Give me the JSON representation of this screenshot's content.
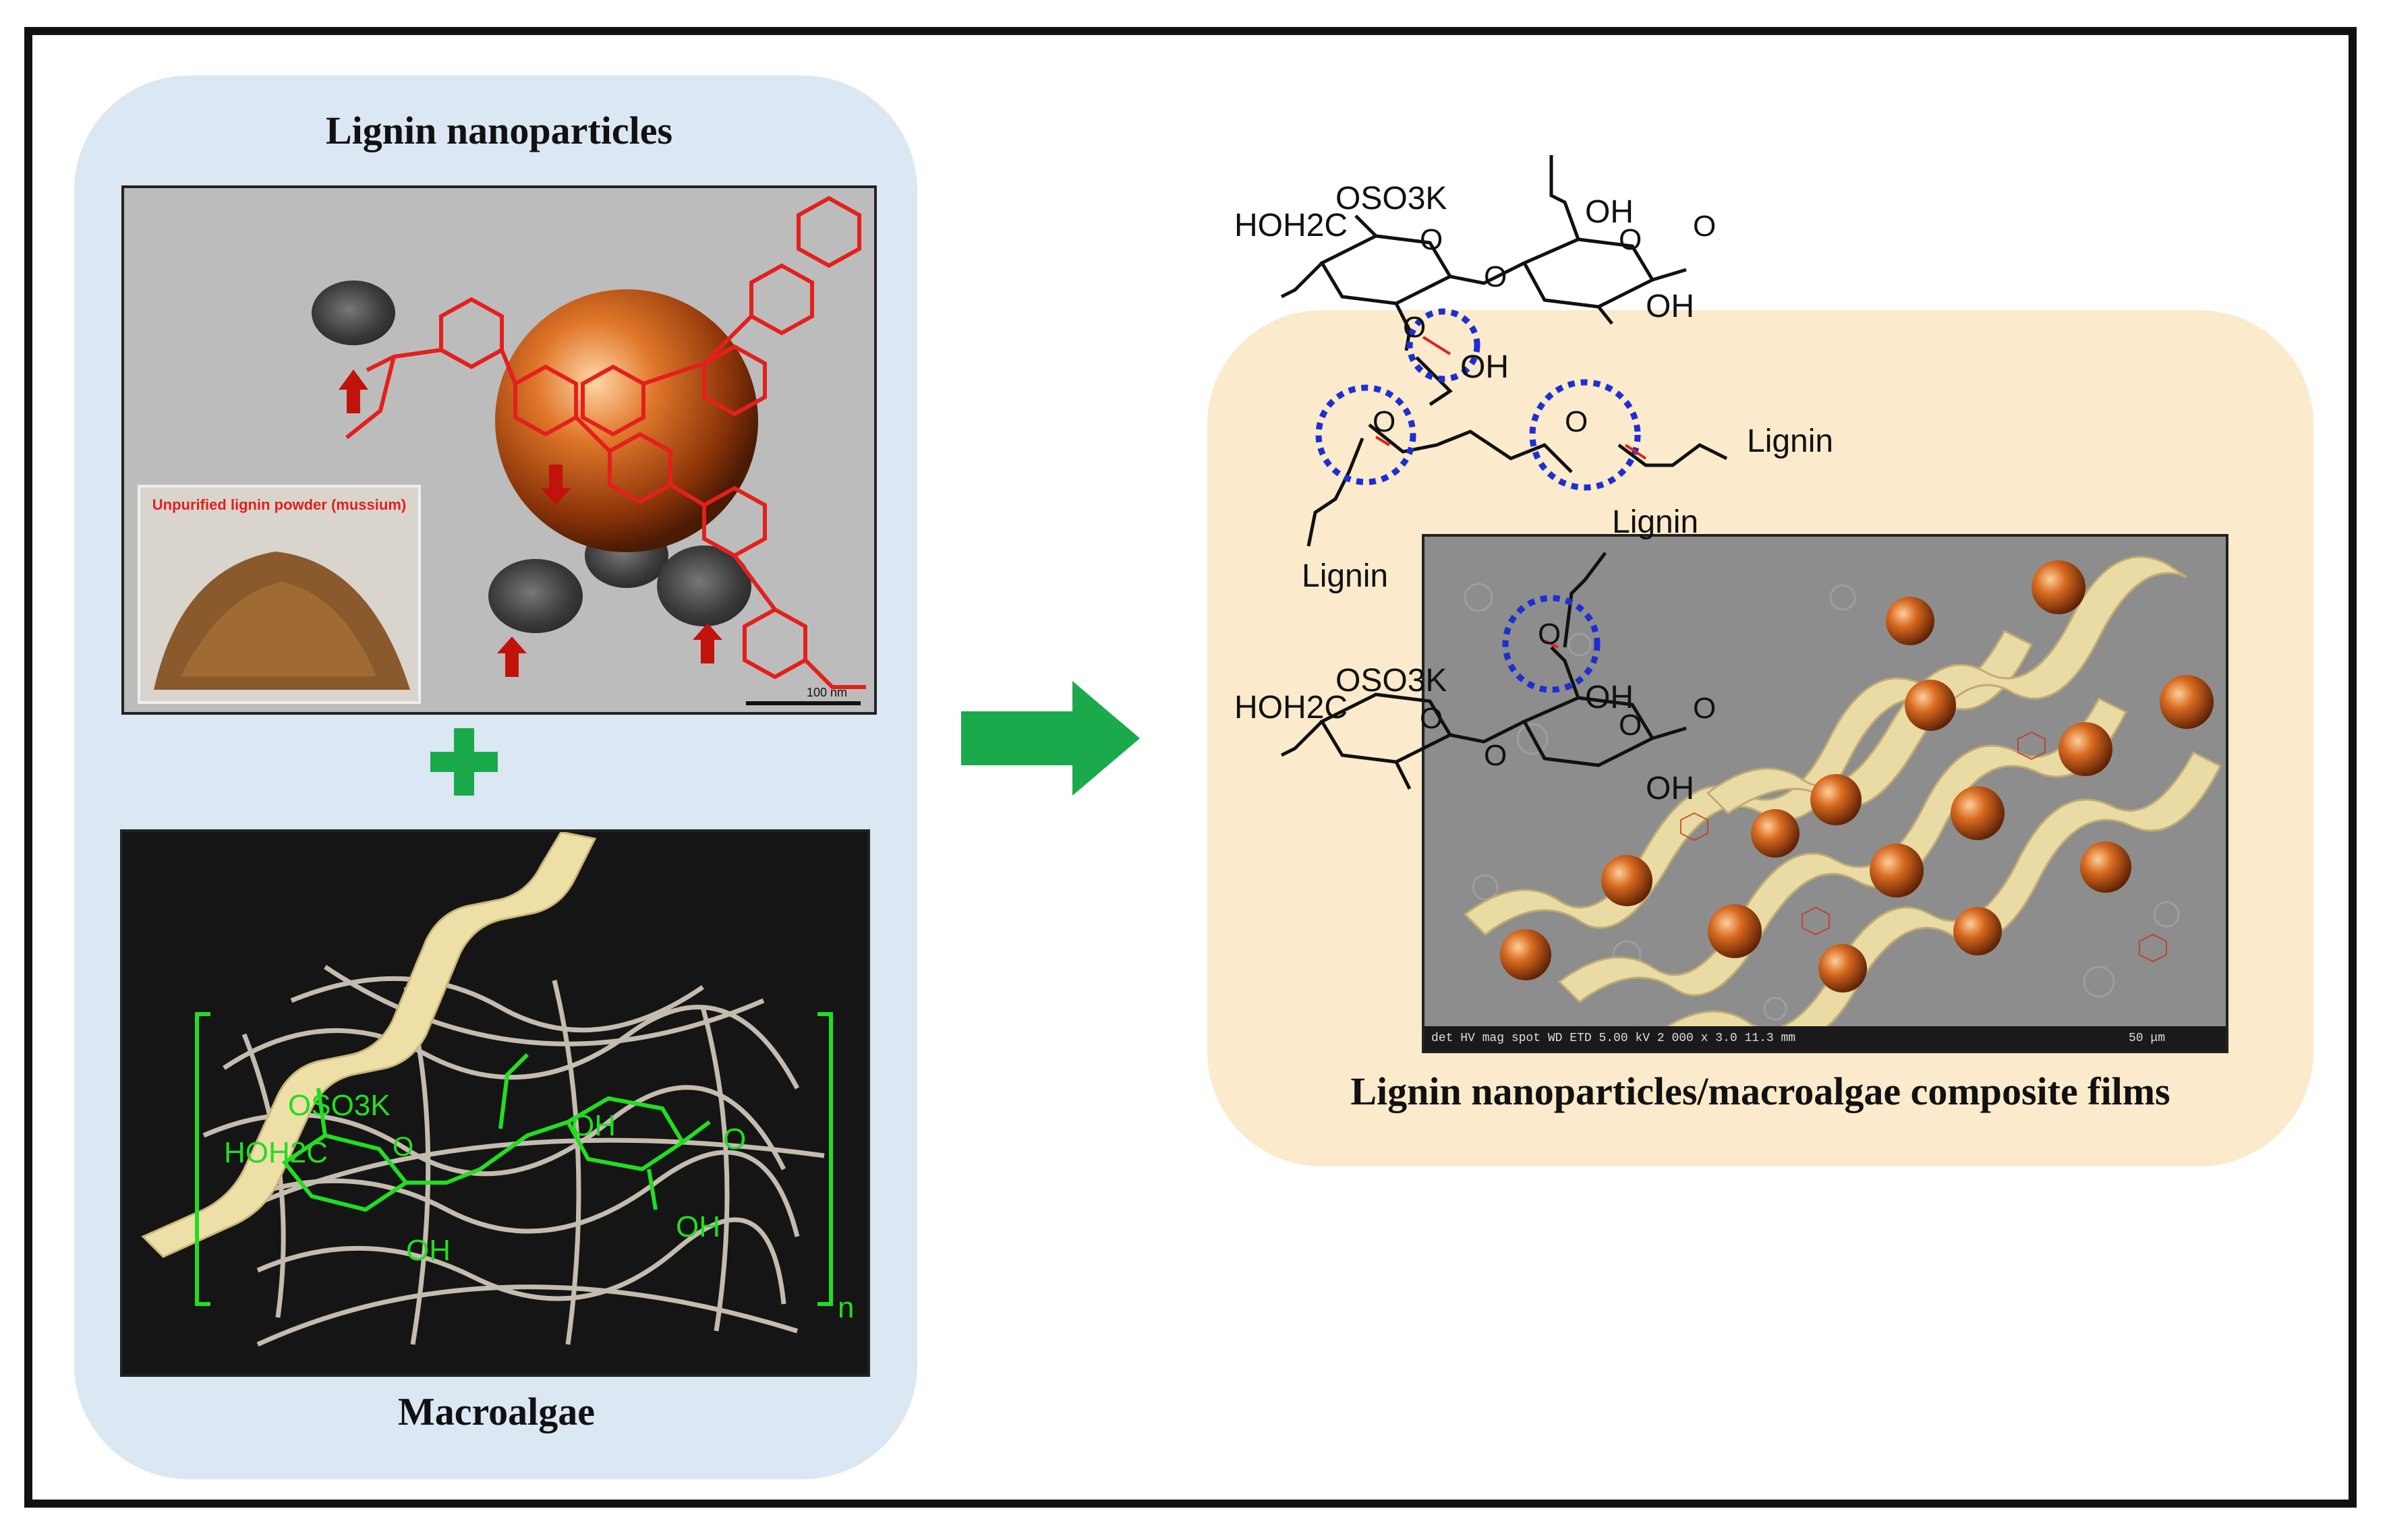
{
  "left_panel": {
    "top_title": "Lignin nanoparticles",
    "bottom_title": "Macroalgae",
    "powder_label": "Unpurified lignin powder (mussium)",
    "scale_label": "100 nm"
  },
  "right_panel": {
    "title": "Lignin nanoparticles/macroalgae composite films",
    "sem_info": "det  HV  mag  spot  WD    ETD 5.00 kV 2 000 x 3.0 11.3 mm",
    "sem_scale": "50 μm"
  },
  "molecule": {
    "oso3k": "OSO3K",
    "hoh2c": "HOH2C",
    "oh": "OH",
    "o": "O",
    "lignin": "Lignin",
    "repeat": "n"
  },
  "colors": {
    "arrow": "#1aa94b",
    "plus": "#1aa94b",
    "bond_circle": "#1d2fd1",
    "lignin_structure": "#e3201c",
    "algae_structure": "#22dd22",
    "ribbon": "#eedfa6",
    "sphere": "#c8621c"
  }
}
